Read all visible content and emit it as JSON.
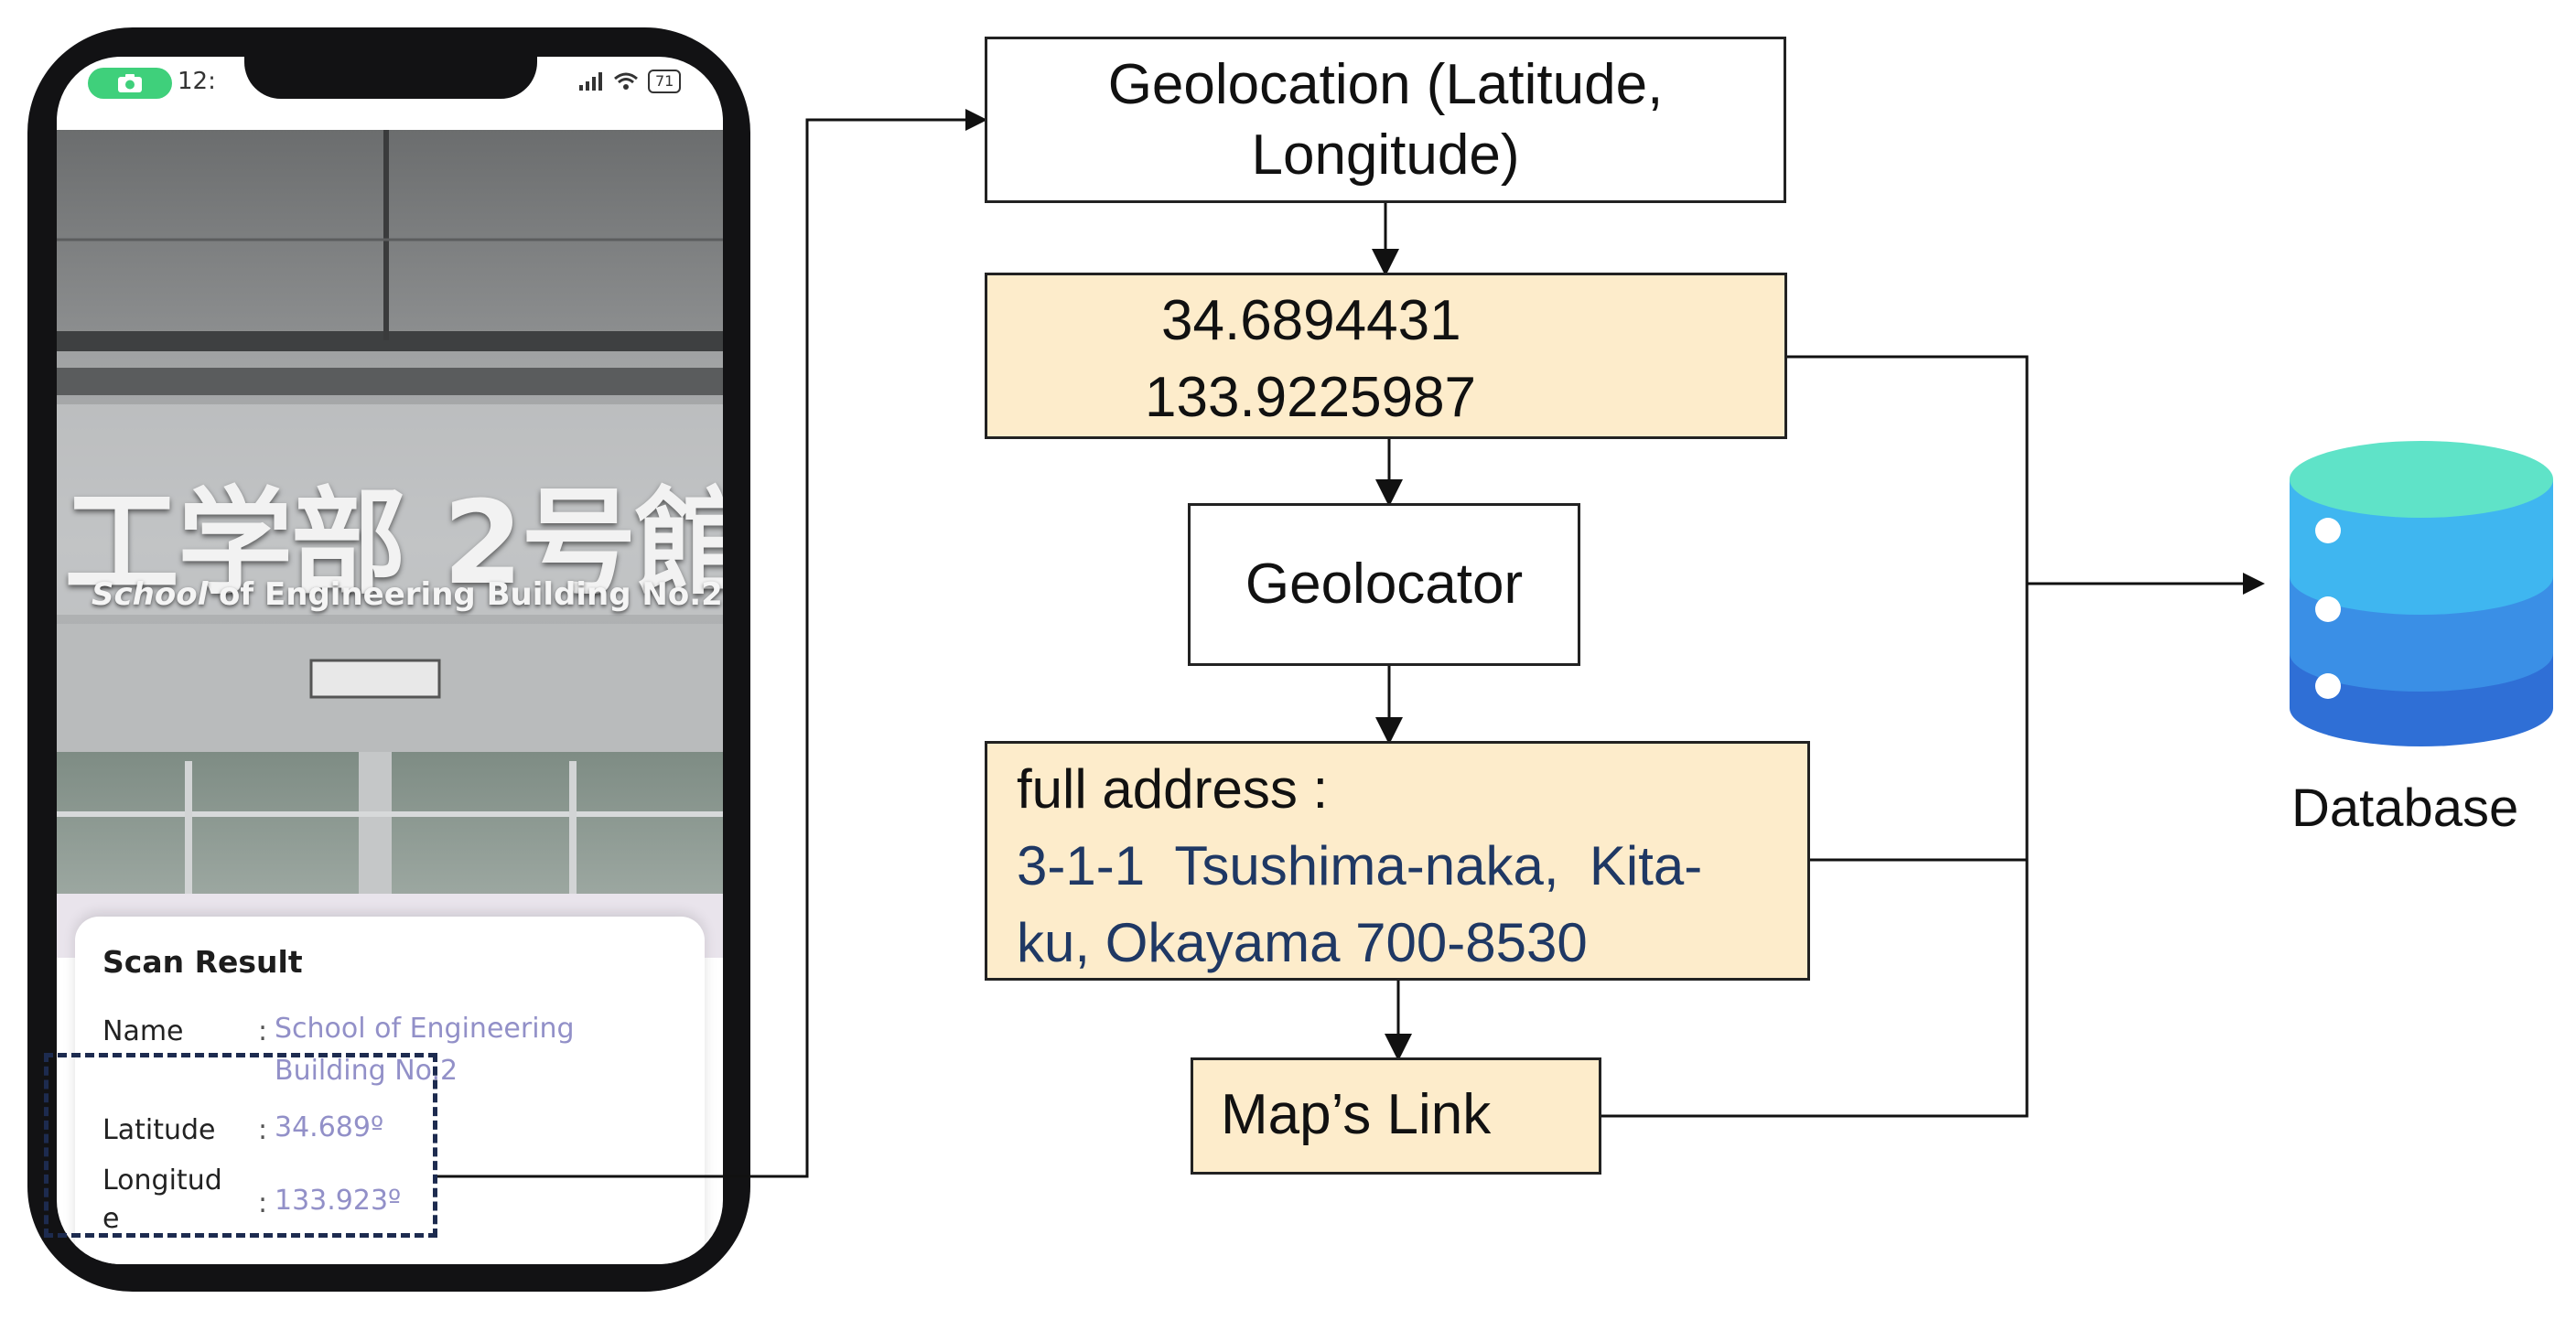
{
  "phone": {
    "status_time": "12:",
    "battery": "71",
    "sign_japanese": "工学部 2号館",
    "sign_english_prefix": "School",
    "sign_english_rest": " of Engineering Building No.2",
    "scan_result": {
      "title": "Scan Result",
      "name_label": "Name",
      "name_value_line1": "School of Engineering",
      "name_value_line2": "Building No.2",
      "latitude_label": "Latitude",
      "latitude_value": "34.689º",
      "longitude_label_line1": "Longitud",
      "longitude_label_line2": "e",
      "longitude_value": "133.923º",
      "separator": ":"
    }
  },
  "flow": {
    "geolocation_line1": "Geolocation (Latitude,",
    "geolocation_line2": "Longitude)",
    "coords_line1": "34.6894431",
    "coords_line2": "133.9225987",
    "geolocator": "Geolocator",
    "address_label": "full address :",
    "address_line1": "3-1-1  Tsushima-naka,  Kita-",
    "address_line2": "ku, Okayama 700-8530",
    "maps_link": "Map’s Link"
  },
  "database": {
    "label": "Database"
  },
  "colors": {
    "box_fill": "#fdeccb",
    "address_text": "#1f3864",
    "scan_value_text": "#9290c8",
    "db_top": "#5fe3c8",
    "db_upper": "#3fb6f0",
    "db_middle": "#3a8fe6",
    "db_lower": "#2f6fd6"
  },
  "icons": [
    "camera-icon",
    "signal-icon",
    "wifi-icon",
    "battery-icon",
    "database-icon"
  ]
}
